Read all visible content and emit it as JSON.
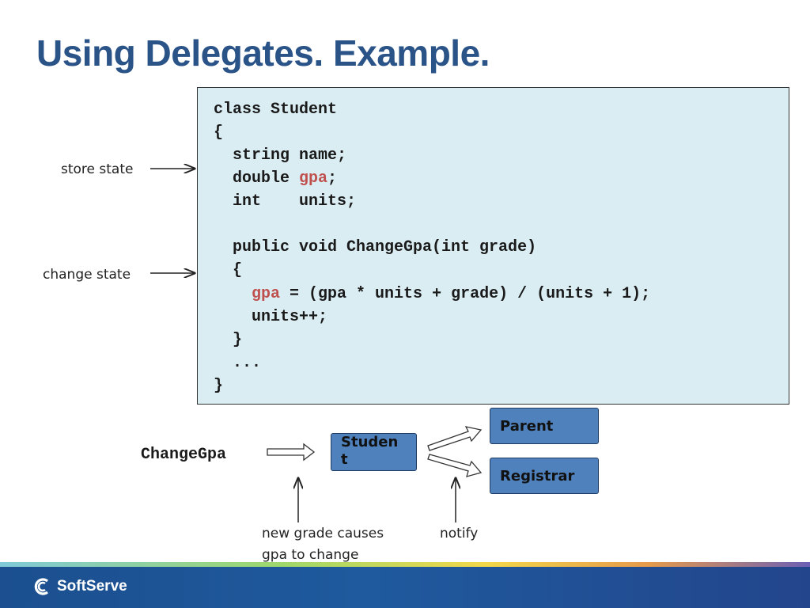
{
  "slide": {
    "title": "Using Delegates. Example.",
    "code_lines": [
      "class Student",
      "{",
      "  string name;",
      "  double ",
      "  int    units;",
      "",
      "  public void ChangeGpa(int grade)",
      "  {",
      "    ",
      "    units++;",
      "  }",
      "  ...",
      "}"
    ],
    "code_fragments": {
      "gpa_field": "gpa",
      "semicolon": ";",
      "gpa_assign": "gpa",
      "assign_rest": " = (gpa * units + grade) / (units + 1);"
    },
    "side_labels": {
      "store_state": "store state",
      "change_state": "change state"
    },
    "diagram": {
      "source_label": "ChangeGpa",
      "student_box": "Studen t",
      "student_line1": "Studen",
      "student_line2": "t",
      "parent_box": "Parent",
      "registrar_box": "Registrar",
      "note_grade_line1": "new grade causes",
      "note_grade_line2": "gpa to change",
      "note_notify": "notify"
    },
    "footer": {
      "brand": "SoftServe"
    },
    "colors": {
      "title": "#2a5388",
      "code_background": "#daedf3",
      "highlight": "#c0504d",
      "box_fill": "#4f81bd"
    }
  }
}
